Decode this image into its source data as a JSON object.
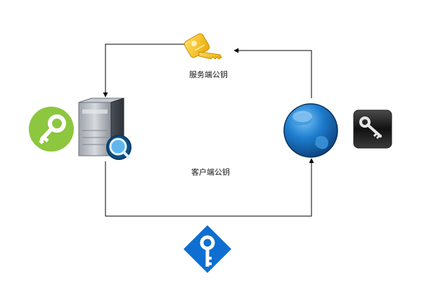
{
  "diagram": {
    "labels": {
      "server_public_key": "服务端公钥",
      "client_public_key": "客户端公钥"
    },
    "nodes": [
      {
        "id": "server",
        "icon": "server-with-magnifier-icon"
      },
      {
        "id": "globe",
        "icon": "globe-icon"
      },
      {
        "id": "gold-key",
        "icon": "gold-key-icon"
      },
      {
        "id": "green-key",
        "icon": "green-circle-key-icon"
      },
      {
        "id": "black-key",
        "icon": "black-square-key-icon"
      },
      {
        "id": "blue-key",
        "icon": "blue-diamond-key-icon"
      }
    ],
    "colors": {
      "edge": "#000000",
      "gold": "#f7c21b",
      "green": "#8dc63f",
      "blue": "#0e6fd1",
      "globe": "#1a6fb8"
    }
  }
}
